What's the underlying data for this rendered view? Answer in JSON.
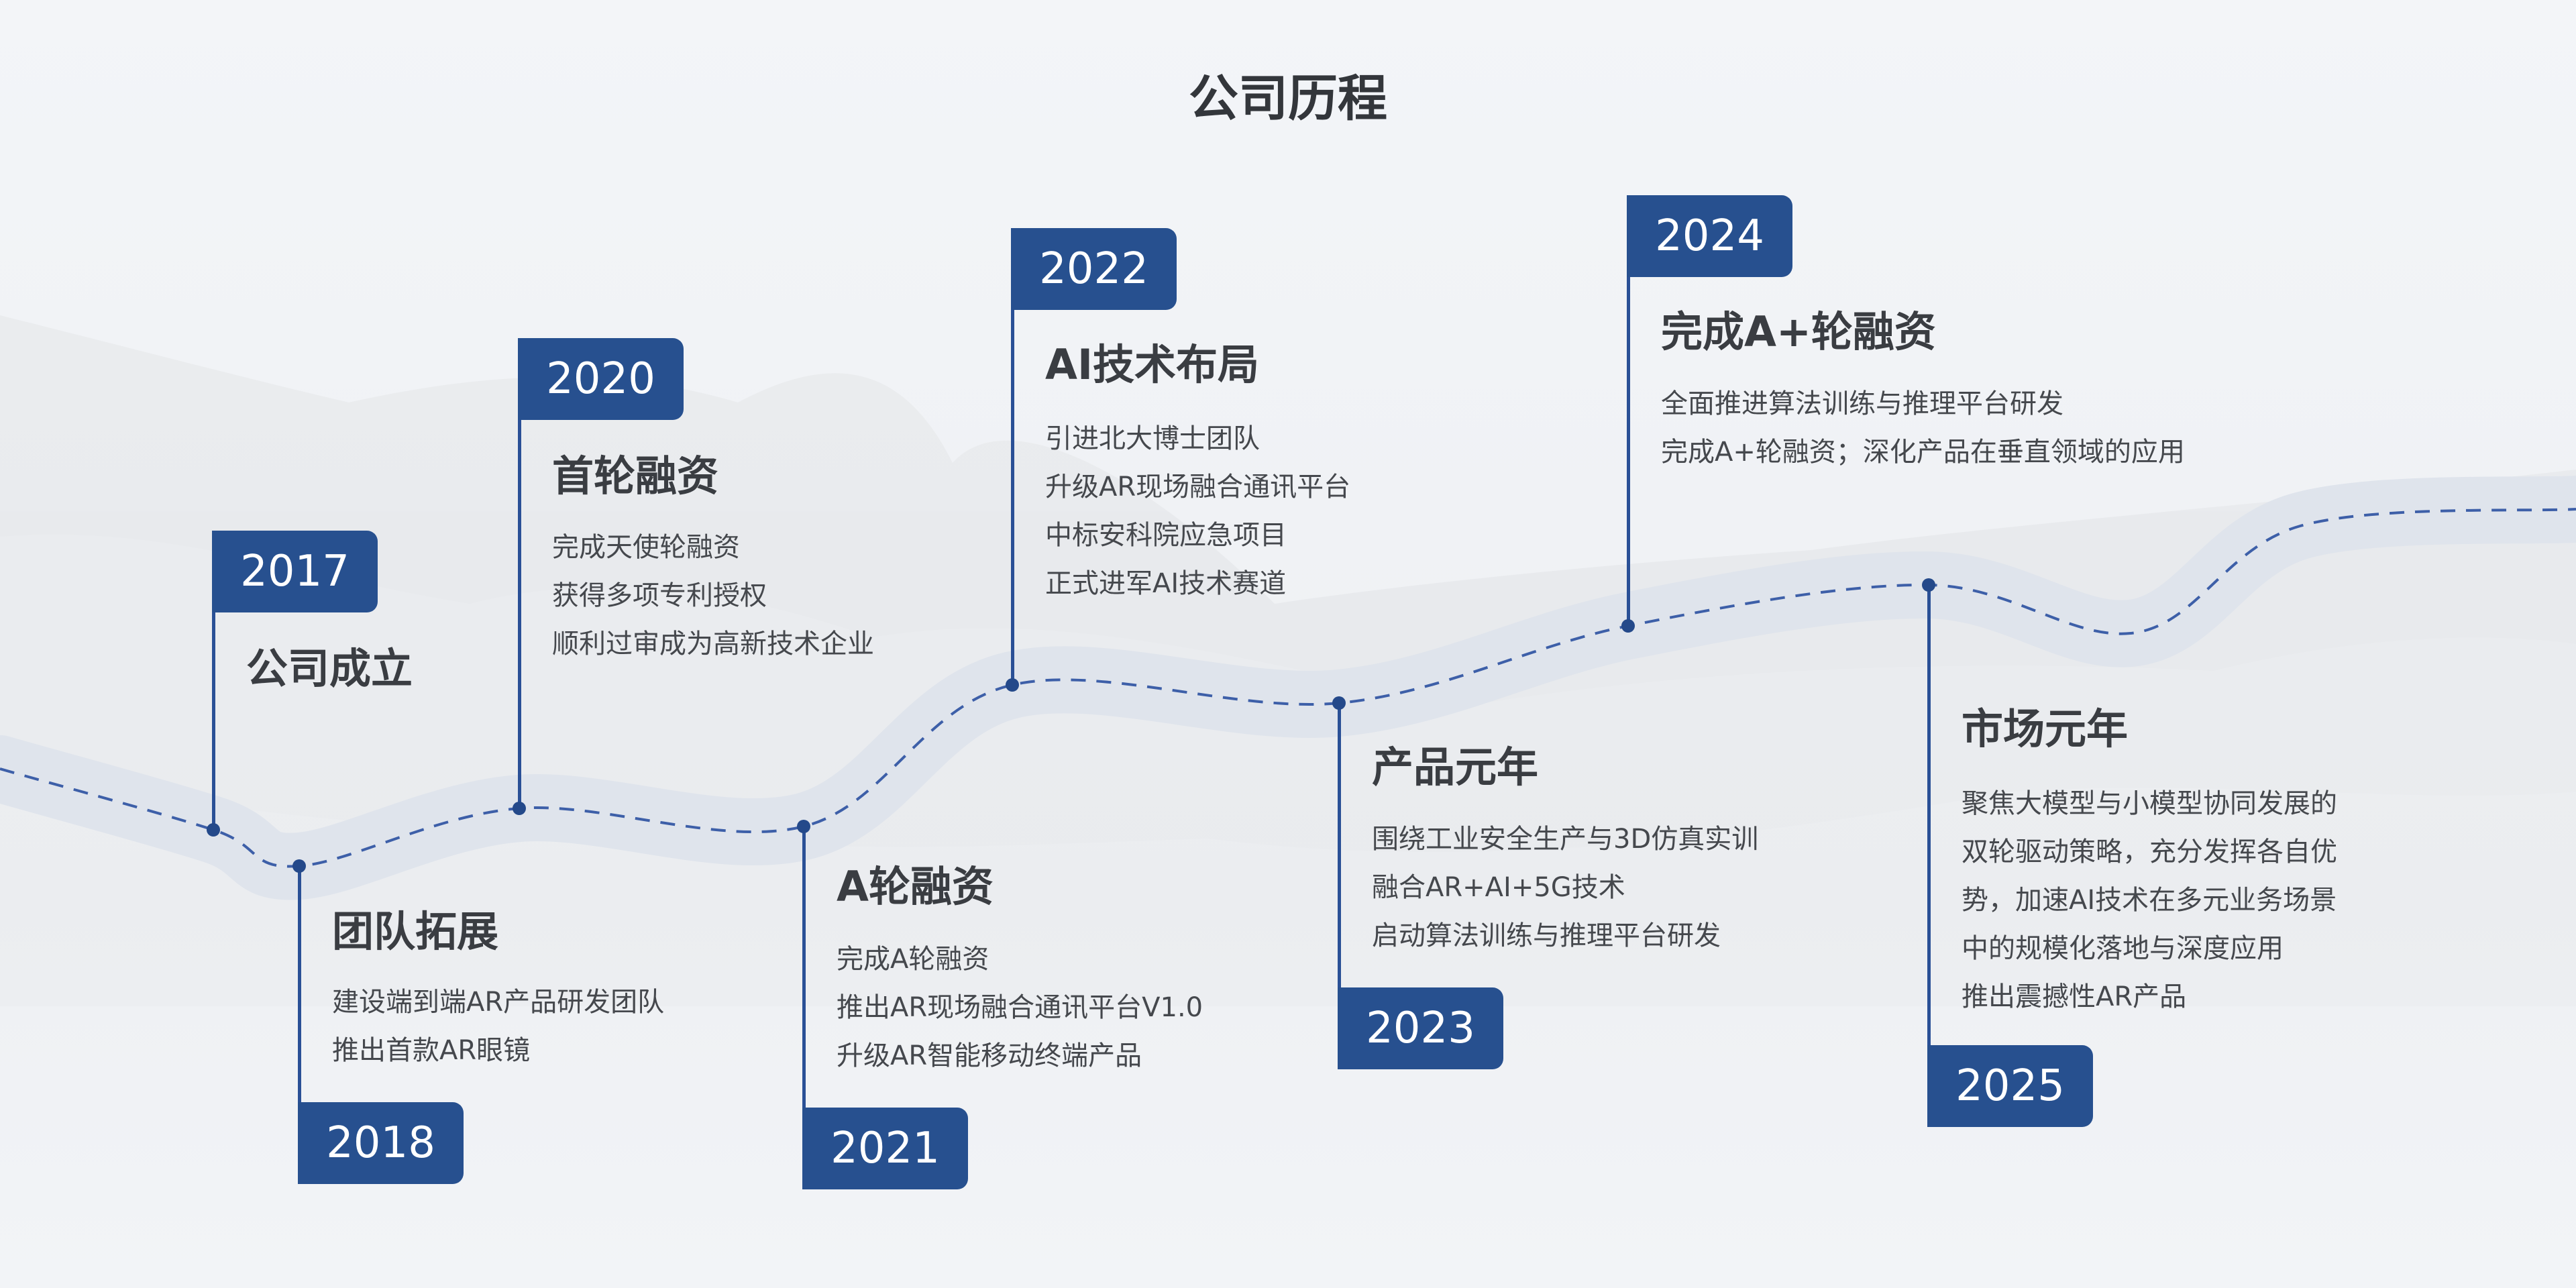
{
  "title": "公司历程",
  "colors": {
    "accent": "#27508f",
    "road": "#dfe4ec",
    "dash": "#3d5fa8",
    "text": "#3a3d42"
  },
  "events": [
    {
      "year": "2017",
      "title": "公司成立",
      "items": []
    },
    {
      "year": "2018",
      "title": "团队拓展",
      "items": [
        "建设端到端AR产品研发团队",
        "推出首款AR眼镜"
      ]
    },
    {
      "year": "2020",
      "title": "首轮融资",
      "items": [
        "完成天使轮融资",
        "获得多项专利授权",
        "顺利过审成为高新技术企业"
      ]
    },
    {
      "year": "2021",
      "title": "A轮融资",
      "items": [
        "完成A轮融资",
        "推出AR现场融合通讯平台V1.0",
        "升级AR智能移动终端产品"
      ]
    },
    {
      "year": "2022",
      "title": "AI技术布局",
      "items": [
        "引进北大博士团队",
        "升级AR现场融合通讯平台",
        "中标安科院应急项目",
        "正式进军AI技术赛道"
      ]
    },
    {
      "year": "2023",
      "title": "产品元年",
      "items": [
        "围绕工业安全生产与3D仿真实训",
        "融合AR+AI+5G技术",
        "启动算法训练与推理平台研发"
      ]
    },
    {
      "year": "2024",
      "title": "完成A+轮融资",
      "items": [
        "全面推进算法训练与推理平台研发",
        "完成A+轮融资；深化产品在垂直领域的应用"
      ]
    },
    {
      "year": "2025",
      "title": "市场元年",
      "items": [
        "聚焦大模型与小模型协同发展的",
        "双轮驱动策略，充分发挥各自优",
        "势，加速AI技术在多元业务场景",
        "中的规模化落地与深度应用",
        "推出震撼性AR产品"
      ]
    }
  ]
}
